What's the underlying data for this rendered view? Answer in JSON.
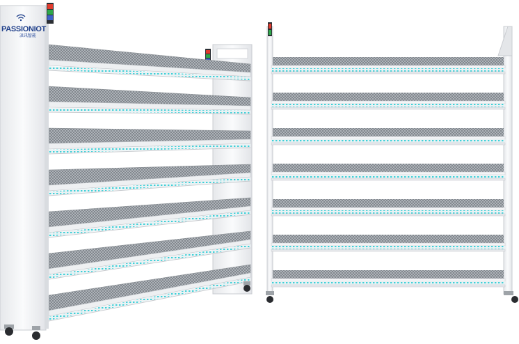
{
  "brand": {
    "name": "PASSIONIOT",
    "subtitle": "派讯智能"
  },
  "colors": {
    "frame": "#f1f2f4",
    "frame_edge": "#c9ccd1",
    "mesh": "#8d9297",
    "led": "#3fd0d8",
    "lamp_red": "#e23b2e",
    "lamp_green": "#2ea84a",
    "logo_blue": "#1f3f8a"
  },
  "products": [
    {
      "view": "angled",
      "shelf_count": 7,
      "status_lamps": [
        "red",
        "green",
        "blue"
      ]
    },
    {
      "view": "front",
      "shelf_count": 7,
      "status_lamps": [
        "red",
        "green"
      ]
    }
  ]
}
